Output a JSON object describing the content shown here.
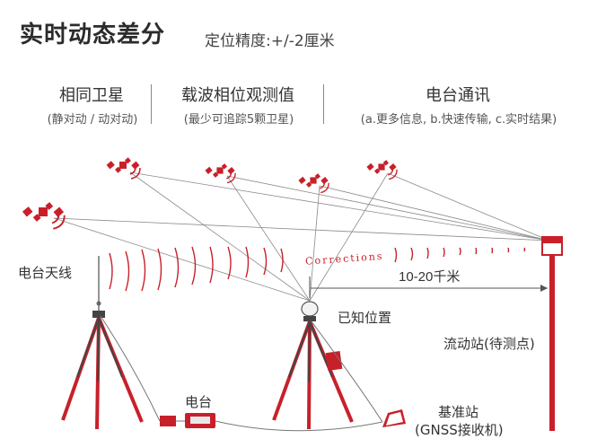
{
  "header": {
    "title": "实时动态差分",
    "subtitle": "定位精度:+/-2厘米"
  },
  "columns": [
    {
      "title": "相同卫星",
      "subtitle": "(静对动 / 动对动)"
    },
    {
      "title": "载波相位观测值",
      "subtitle": "(最少可追踪5颗卫星)"
    },
    {
      "title": "电台通讯",
      "subtitle": "(a.更多信息, b.快速传输, c.实时结果)"
    }
  ],
  "labels": {
    "radio_antenna": "电台天线",
    "known_position": "已知位置",
    "distance": "10-20千米",
    "rover": "流动站(待测点)",
    "radio": "电台",
    "base_station": "基准站",
    "base_receiver": "(GNSS接收机)",
    "corrections": "Corrections"
  },
  "colors": {
    "accent": "#c8202a",
    "line": "#8a8a8a",
    "text": "#333333"
  }
}
